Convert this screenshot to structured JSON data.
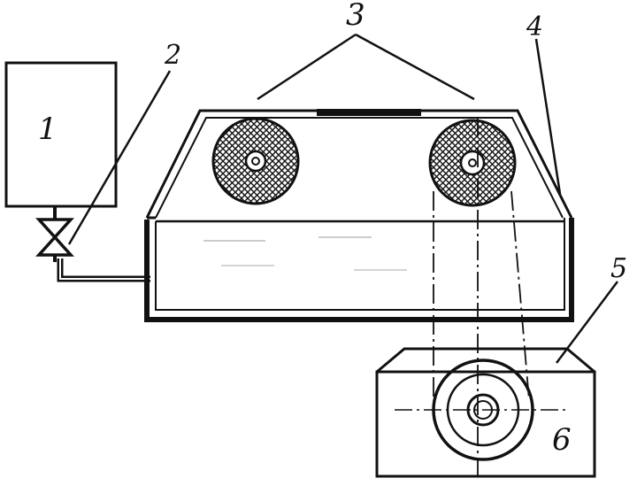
{
  "labels": {
    "tank": "1",
    "valve": "2",
    "disks": "3",
    "housing": "4",
    "fixture": "5",
    "part": "6"
  },
  "colors": {
    "ink": "#111111",
    "background": "#ffffff"
  }
}
